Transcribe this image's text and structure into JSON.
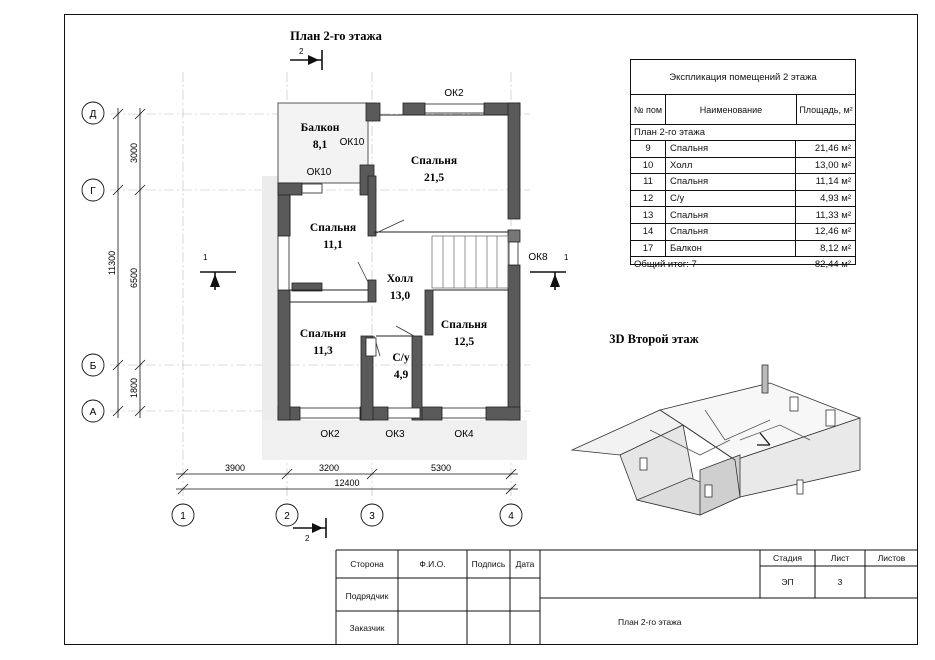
{
  "plan_title": "План 2-го этажа",
  "view3d_title": "3D Второй этаж",
  "rooms": [
    {
      "name": "Балкон",
      "area": "8,1"
    },
    {
      "name": "Спальня",
      "area": "21,5"
    },
    {
      "name": "Спальня",
      "area": "11,1"
    },
    {
      "name": "Холл",
      "area": "13,0"
    },
    {
      "name": "Спальня",
      "area": "11,3"
    },
    {
      "name": "Спальня",
      "area": "12,5"
    },
    {
      "name": "С/у",
      "area": "4,9"
    }
  ],
  "openings": [
    "ОК2",
    "ОК10",
    "ОК10",
    "ОК8",
    "ОК2",
    "ОК3",
    "ОК4"
  ],
  "axes": {
    "horizontal": [
      "Д",
      "Г",
      "Б",
      "А"
    ],
    "vertical": [
      "1",
      "2",
      "3",
      "4"
    ]
  },
  "dimensions": {
    "left": [
      "3000",
      "6500",
      "1800",
      "11300"
    ],
    "bottom": [
      "3900",
      "3200",
      "5300",
      "12400"
    ]
  },
  "section_marks": {
    "s1": "1",
    "s2": "2"
  },
  "schedule": {
    "title": "Экспликация помещений 2 этажа",
    "col_num": "№ пом",
    "col_name": "Наименование",
    "col_area": "Площадь, м²",
    "group": "План 2-го этажа",
    "rows": [
      {
        "num": "9",
        "name": "Спальня",
        "area": "21,46 м²"
      },
      {
        "num": "10",
        "name": "Холл",
        "area": "13,00 м²"
      },
      {
        "num": "11",
        "name": "Спальня",
        "area": "11,14 м²"
      },
      {
        "num": "12",
        "name": "С/у",
        "area": "4,93 м²"
      },
      {
        "num": "13",
        "name": "Спальня",
        "area": "11,33 м²"
      },
      {
        "num": "14",
        "name": "Спальня",
        "area": "12,46 м²"
      },
      {
        "num": "17",
        "name": "Балкон",
        "area": "8,12 м²"
      }
    ],
    "total_label": "Общий итог: 7",
    "total_area": "82,44 м²"
  },
  "title_block": {
    "side": "Сторона",
    "fio": "Ф.И.О.",
    "signature": "Подпись",
    "date": "Дата",
    "contractor": "Подрядчик",
    "customer": "Заказчик",
    "stage_label": "Стадия",
    "sheet_label": "Лист",
    "sheets_label": "Листов",
    "stage": "ЭП",
    "sheet": "3",
    "sheets": "",
    "drawing_name": "План 2-го этажа"
  }
}
